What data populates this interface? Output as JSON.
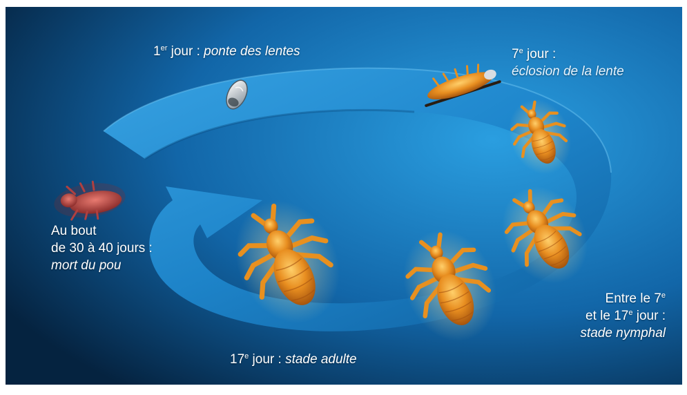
{
  "colors": {
    "background_dark": "#062a4a",
    "background_light": "#1f8ad0",
    "cycle_arrow": "#2a93d6",
    "louse_body": "#e08a1e",
    "louse_dark": "#a8560e",
    "dead_louse": "#b2403c",
    "nit": "#d8dde2"
  },
  "stages": {
    "ponte": {
      "num": "1",
      "sup": "er",
      "word": " jour : ",
      "desc": "ponte des lentes"
    },
    "eclosion": {
      "num": "7",
      "sup": "e",
      "word": " jour :",
      "desc": "éclosion de la lente"
    },
    "nymphal": {
      "line1_pre": "Entre le 7",
      "line1_sup": "e",
      "line2_pre": "et le 17",
      "line2_sup": "e",
      "line2_post": " jour :",
      "desc": "stade nymphal"
    },
    "adulte": {
      "num": "17",
      "sup": "e",
      "word": " jour : ",
      "desc": "stade adulte"
    },
    "mort": {
      "line1": "Au bout",
      "line2": "de 30 à 40 jours :",
      "desc": "mort du pou"
    }
  },
  "icons": {
    "nit": "nit-egg-icon",
    "hatching": "hatching-nit-icon",
    "nymph": "nymph-louse-icon",
    "adult": "adult-louse-icon",
    "dead": "dead-louse-icon"
  }
}
